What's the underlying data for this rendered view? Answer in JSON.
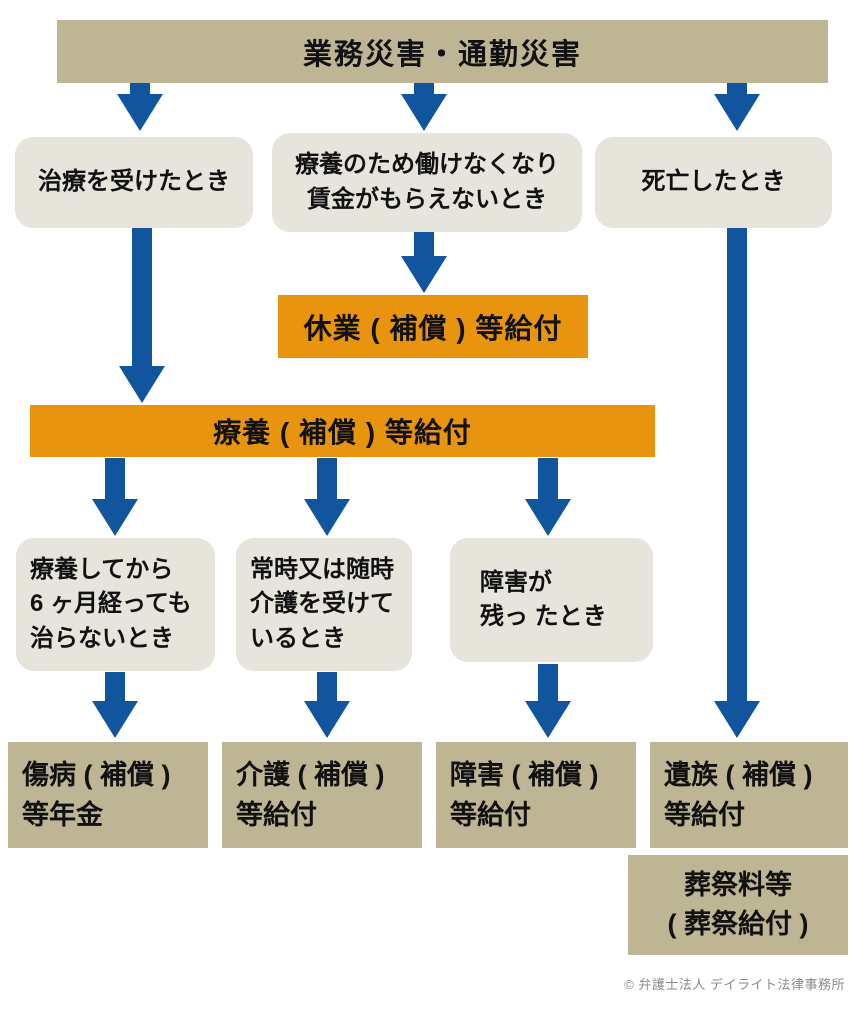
{
  "header": {
    "title": "業務災害・通勤災害"
  },
  "conditions": {
    "treatment": "治療を受けたとき",
    "unable_to_work": {
      "line1": "療養のため働けなくなり",
      "line2": "賃金がもらえないとき"
    },
    "death": "死亡したとき",
    "long_recovery": {
      "line1": "療養してから",
      "line2": "6 ヶ月経っても",
      "line3": "治らないとき"
    },
    "nursing_care": {
      "line1": "常時又は随時",
      "line2": "介護を受けて",
      "line3": "いるとき"
    },
    "disability": {
      "line1": "障害が",
      "line2": "残っ たとき"
    }
  },
  "benefits": {
    "kyugyo": "休業 ( 補償 ) 等給付",
    "ryoyo": "療養 ( 補償 ) 等給付",
    "shobyo": {
      "line1": "傷病 ( 補償 )",
      "line2": "等年金"
    },
    "kaigo": {
      "line1": "介護 ( 補償 )",
      "line2": "等給付"
    },
    "shogai": {
      "line1": "障害 ( 補償 )",
      "line2": "等給付"
    },
    "izoku": {
      "line1": "遺族 ( 補償 )",
      "line2": "等給付"
    },
    "sosai": {
      "line1": "葬祭料等",
      "line2": "( 葬祭給付 )"
    }
  },
  "footer": {
    "copyright": "© 弁護士法人 デイライト法律事務所"
  },
  "colors": {
    "tan": "#bdb593",
    "box-gray": "#e6e4db",
    "orange": "#e8940f",
    "blue": "#10559e",
    "text": "#111111",
    "copyright-gray": "#8a8a8a"
  }
}
